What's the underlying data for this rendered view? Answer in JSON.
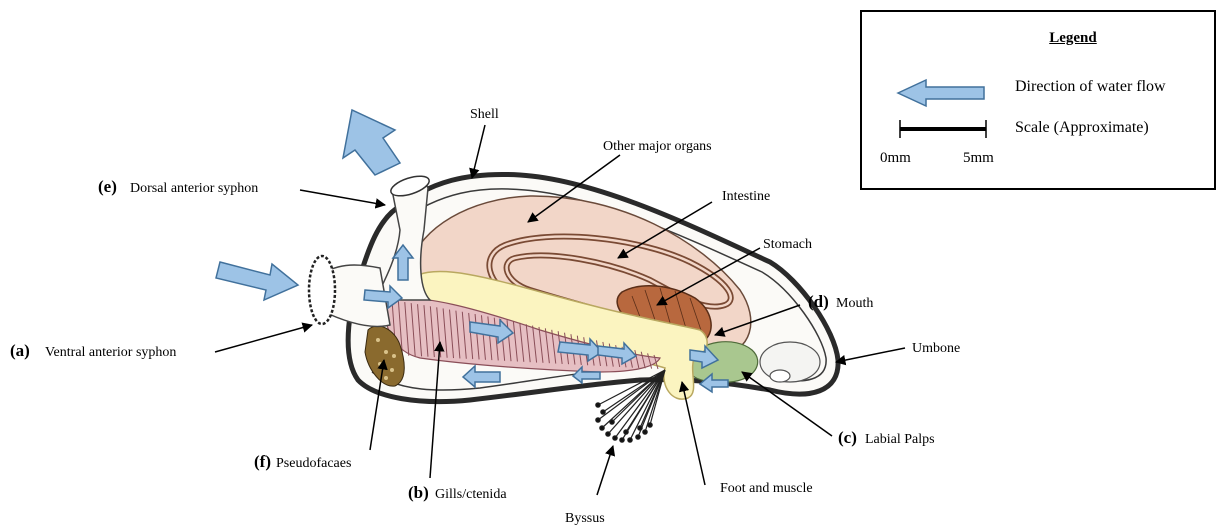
{
  "labels": {
    "shell": "Shell",
    "other_organs": "Other major organs",
    "intestine": "Intestine",
    "stomach": "Stomach",
    "mouth_letter": "(d)",
    "mouth": "Mouth",
    "umbone": "Umbone",
    "labial_letter": "(c)",
    "labial": "Labial Palps",
    "foot": "Foot and muscle",
    "byssus": "Byssus",
    "gills_letter": "(b)",
    "gills": "Gills/ctenida",
    "pseudo_letter": "(f)",
    "pseudo": "Pseudofacaes",
    "ventral_letter": "(a)",
    "ventral": "Ventral anterior syphon",
    "dorsal_letter": "(e)",
    "dorsal": "Dorsal anterior syphon"
  },
  "legend": {
    "title": "Legend",
    "flow": "Direction of water flow",
    "scale": "Scale (Approximate)",
    "scale_start": "0mm",
    "scale_end": "5mm"
  },
  "colors": {
    "water_flow": "#9dc3e6",
    "arrow_stroke": "#41719c",
    "organs": "#f2d6c8",
    "gills": "#e6bfc3",
    "foot": "#fbf4c0",
    "stomach": "#b8683e",
    "labial": "#a9c78f",
    "pseudofaeces": "#8a6a2e"
  }
}
